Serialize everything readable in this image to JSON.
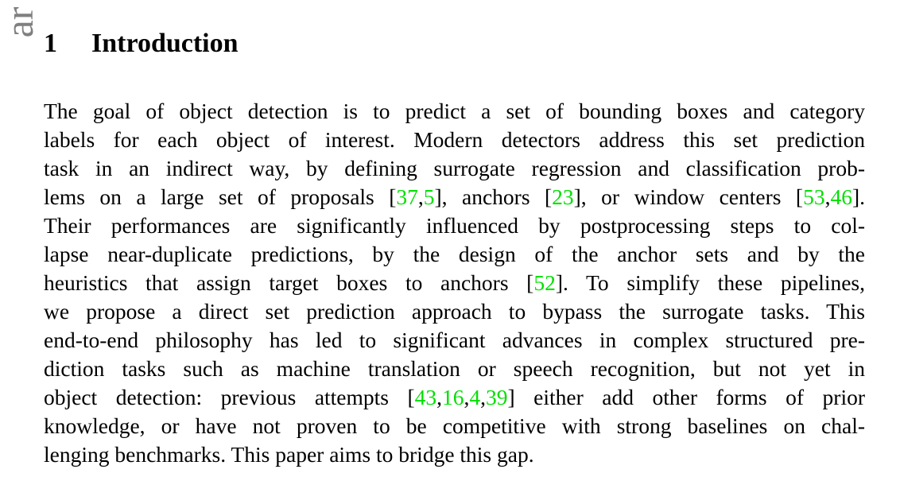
{
  "margin_watermark": "ar",
  "section": {
    "number": "1",
    "title": "Introduction"
  },
  "cite_color": "#00e000",
  "lines": [
    [
      {
        "t": "The goal of object detection is to predict a set of bounding boxes and category"
      }
    ],
    [
      {
        "t": "labels for each object of interest. Modern detectors address this set prediction"
      }
    ],
    [
      {
        "t": "task in an indirect way, by defining surrogate regression and classification prob-"
      }
    ],
    [
      {
        "t": "lems on a large set of proposals ["
      },
      {
        "c": "37"
      },
      {
        "t": ","
      },
      {
        "c": "5"
      },
      {
        "t": "], anchors ["
      },
      {
        "c": "23"
      },
      {
        "t": "], or window centers ["
      },
      {
        "c": "53"
      },
      {
        "t": ","
      },
      {
        "c": "46"
      },
      {
        "t": "]."
      }
    ],
    [
      {
        "t": "Their performances are significantly influenced by postprocessing steps to col-"
      }
    ],
    [
      {
        "t": "lapse near-duplicate predictions, by the design of the anchor sets and by the"
      }
    ],
    [
      {
        "t": "heuristics that assign target boxes to anchors ["
      },
      {
        "c": "52"
      },
      {
        "t": "]. To simplify these pipelines,"
      }
    ],
    [
      {
        "t": "we propose a direct set prediction approach to bypass the surrogate tasks. This"
      }
    ],
    [
      {
        "t": "end-to-end philosophy has led to significant advances in complex structured pre-"
      }
    ],
    [
      {
        "t": "diction tasks such as machine translation or speech recognition, but not yet in"
      }
    ],
    [
      {
        "t": "object detection: previous attempts ["
      },
      {
        "c": "43"
      },
      {
        "t": ","
      },
      {
        "c": "16"
      },
      {
        "t": ","
      },
      {
        "c": "4"
      },
      {
        "t": ","
      },
      {
        "c": "39"
      },
      {
        "t": "] either add other forms of prior"
      }
    ],
    [
      {
        "t": "knowledge, or have not proven to be competitive with strong baselines on chal-"
      }
    ],
    [
      {
        "t": "lenging benchmarks. This paper aims to bridge this gap."
      }
    ]
  ]
}
